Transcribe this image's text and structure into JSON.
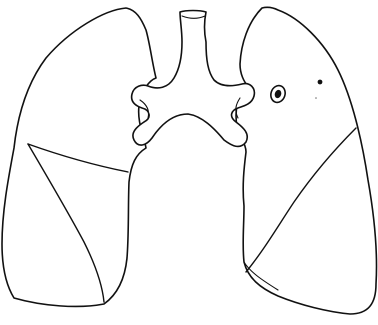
{
  "colors": {
    "background": "#ffffff",
    "stroke": "#111111"
  },
  "parts": {
    "right_lung": "right-lung",
    "left_lung": "left-lung",
    "trachea": "trachea",
    "bronchi": "bronchi",
    "nodule": "nodule",
    "small_spot": "small-spot"
  }
}
